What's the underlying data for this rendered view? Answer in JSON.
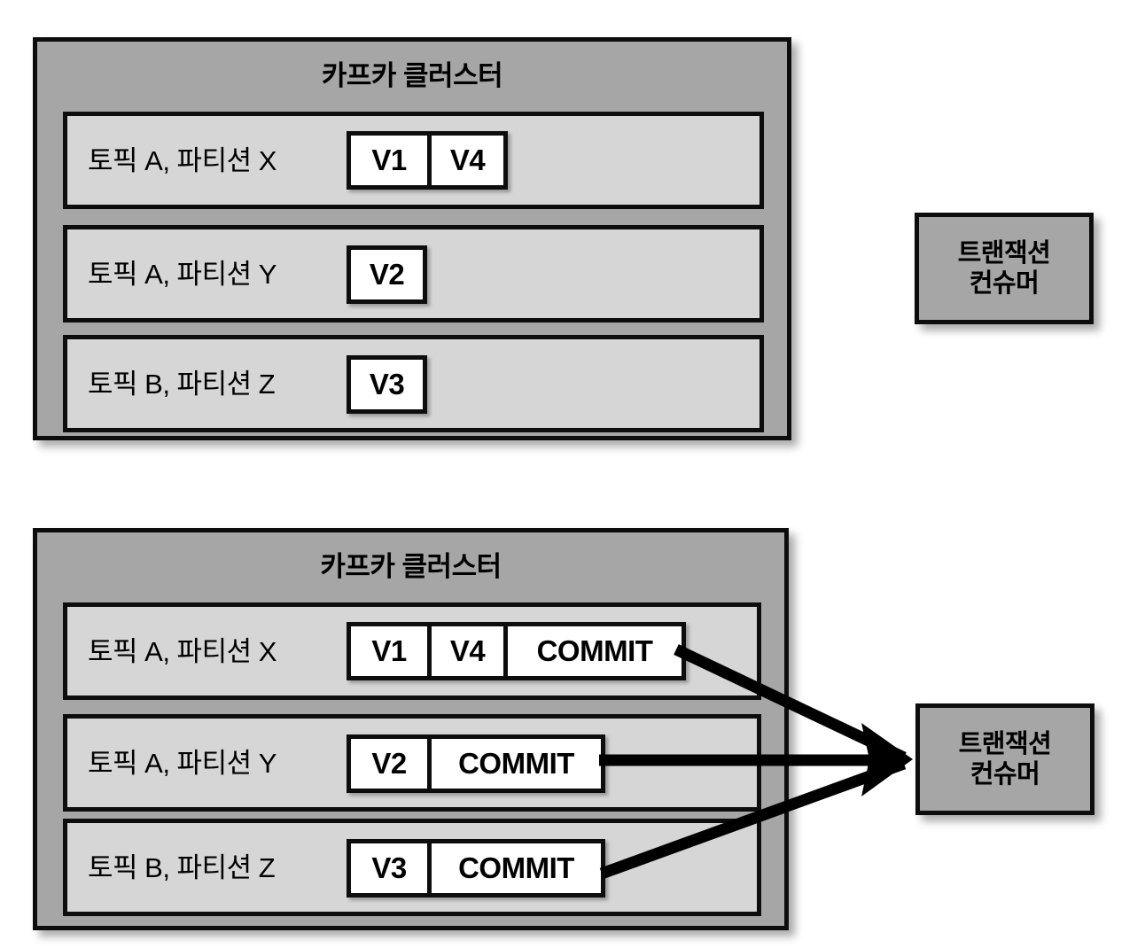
{
  "diagram": {
    "title_top": "카프카 클러스터",
    "title_bottom": "카프카 클러스터",
    "colors": {
      "cluster_fill": "#a6a6a6",
      "row_fill": "#d6d6d6",
      "cell_fill": "#ffffff",
      "border": "#0d0d0d",
      "arrow": "#000000",
      "page_background": "#ffffff"
    }
  },
  "top_cluster": {
    "title": "카프카 클러스터",
    "rows": [
      {
        "label": "토픽 A, 파티션 X",
        "cells": [
          "V1",
          "V4"
        ]
      },
      {
        "label": "토픽 A, 파티션 Y",
        "cells": [
          "V2"
        ]
      },
      {
        "label": "토픽 B, 파티션 Z",
        "cells": [
          "V3"
        ]
      }
    ]
  },
  "bottom_cluster": {
    "title": "카프카 클러스터",
    "rows": [
      {
        "label": "토픽 A, 파티션 X",
        "cells": [
          "V1",
          "V4",
          "COMMIT"
        ]
      },
      {
        "label": "토픽 A, 파티션 Y",
        "cells": [
          "V2",
          "COMMIT"
        ]
      },
      {
        "label": "토픽 B, 파티션 Z",
        "cells": [
          "V3",
          "COMMIT"
        ]
      }
    ]
  },
  "consumers": {
    "top": {
      "label": "트랜잭션\n컨슈머"
    },
    "bottom": {
      "label": "트랜잭션\n컨슈머"
    }
  },
  "arrows": [
    {
      "name": "arrow-partition-x-to-consumer",
      "from": "토픽 A, 파티션 X COMMIT",
      "to": "트랜잭션 컨슈머"
    },
    {
      "name": "arrow-partition-y-to-consumer",
      "from": "토픽 A, 파티션 Y COMMIT",
      "to": "트랜잭션 컨슈머"
    },
    {
      "name": "arrow-partition-z-to-consumer",
      "from": "토픽 B, 파티션 Z COMMIT",
      "to": "트랜잭션 컨슈머"
    }
  ]
}
